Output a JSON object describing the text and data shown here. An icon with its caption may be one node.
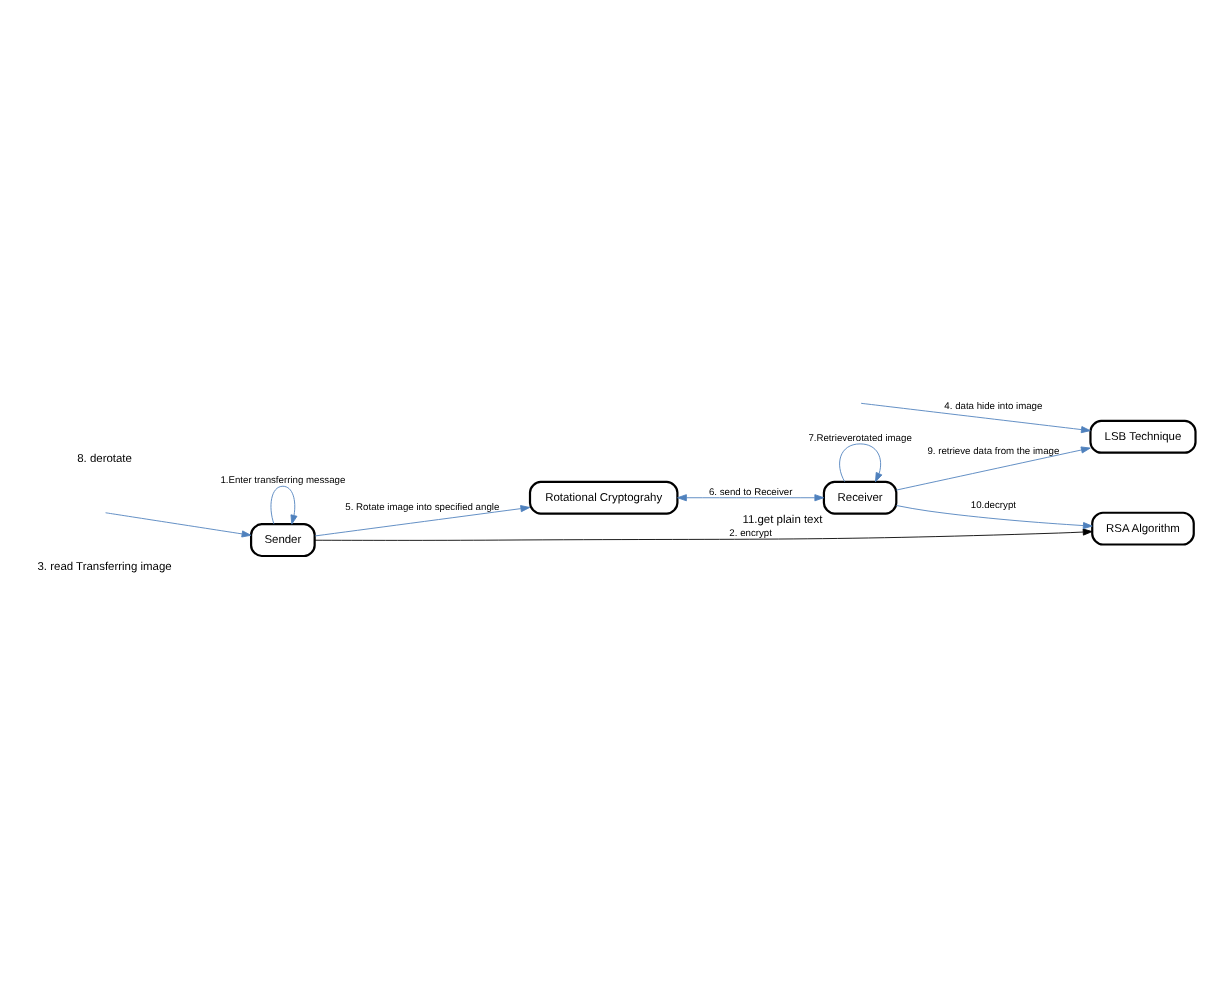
{
  "diagram": {
    "nodes": [
      {
        "text": [
          "RSA Algorithm"
        ]
      },
      {
        "text": [
          "Sender"
        ]
      },
      {
        "text": [
          "Rotational Cryptograhy"
        ]
      },
      {
        "text": [
          "Receiver"
        ],
        "beside": [
          "11.get plain text"
        ]
      },
      {
        "text": [
          "LSB Technique"
        ]
      }
    ],
    "edges": [
      {
        "from": 1,
        "to": 1,
        "arrow": "to",
        "label": "1.Enter transferring message"
      },
      {
        "from": 1,
        "to": 0,
        "arrow": "to",
        "label": "2. encrypt",
        "color": "#000000"
      },
      {
        "from": null,
        "to": 1,
        "arrow": "to"
      },
      {
        "from": null,
        "to": 4,
        "arrow": "to",
        "label": "4. data hide into image"
      },
      {
        "from": 1,
        "to": 2,
        "arrow": "to",
        "label": "5. Rotate image into specified angle"
      },
      {
        "from": 2,
        "to": 3,
        "arrow": "both",
        "label": "6. send to Receiver"
      },
      {
        "from": 3,
        "to": 3,
        "arrow": "to",
        "label": "7.Retrieverotated image"
      },
      {
        "from": 3,
        "to": 4,
        "arrow": "to",
        "label": "9. retrieve data from the image"
      },
      {
        "from": 3,
        "to": 0,
        "arrow": "to",
        "label": "10.decrypt"
      }
    ],
    "labels": [
      "3. read Transferring image",
      "8. derotate"
    ]
  }
}
